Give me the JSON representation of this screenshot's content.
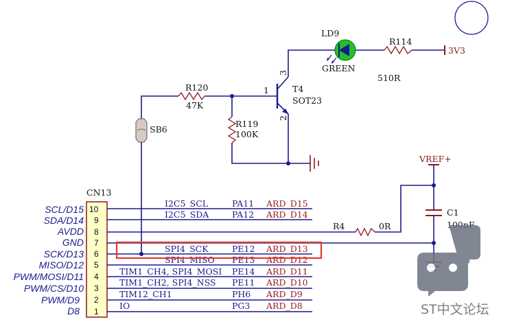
{
  "led": {
    "ref": "LD9",
    "value": "GREEN"
  },
  "r114": {
    "ref": "R114",
    "value": "510R"
  },
  "power_3v3": "3V3",
  "transistor": {
    "ref": "T4",
    "package": "SOT23",
    "pin_base": "1",
    "pin_emitter": "2",
    "pin_collector": "3"
  },
  "r120": {
    "ref": "R120",
    "value": "47K"
  },
  "r119": {
    "ref": "R119",
    "value": "100K"
  },
  "sb6": "SB6",
  "vref": "VREF+",
  "c1": {
    "ref": "C1",
    "value": "100nF"
  },
  "r4": {
    "ref": "R4",
    "value": "0R"
  },
  "connector": {
    "ref": "CN13",
    "pins": [
      {
        "number": "10",
        "label": "SCL/D15",
        "signal": "I2C5_SCL",
        "port": "PA11",
        "arduino": "ARD_D15"
      },
      {
        "number": "9",
        "label": "SDA/D14",
        "signal": "I2C5_SDA",
        "port": "PA12",
        "arduino": "ARD_D14"
      },
      {
        "number": "8",
        "label": "AVDD",
        "signal": "",
        "port": "",
        "arduino": ""
      },
      {
        "number": "7",
        "label": "GND",
        "signal": "",
        "port": "",
        "arduino": ""
      },
      {
        "number": "6",
        "label": "SCK/D13",
        "signal": "SPI4_SCK",
        "port": "PE12",
        "arduino": "ARD_D13"
      },
      {
        "number": "5",
        "label": "MISO/D12",
        "signal": "SPI4_MISO",
        "port": "PE13",
        "arduino": "ARD_D12"
      },
      {
        "number": "4",
        "label": "PWM/MOSI/D11",
        "signal": "TIM1_CH4, SPI4_MOSI",
        "port": "PE14",
        "arduino": "ARD_D11"
      },
      {
        "number": "3",
        "label": "PWM/CS/D10",
        "signal": "TIM1_CH2, SPI4_NSS",
        "port": "PE11",
        "arduino": "ARD_D10"
      },
      {
        "number": "2",
        "label": "PWM/D9",
        "signal": "TIM12_CH1",
        "port": "PH6",
        "arduino": "ARD_D9"
      },
      {
        "number": "1",
        "label": "D8",
        "signal": "IO",
        "port": "PG3",
        "arduino": "ARD_D8"
      }
    ]
  },
  "highlight_color": "#e23b2a",
  "wire_color": "#1a1a8c",
  "label_color": "#9a1a1a",
  "led_color": "#22c02a",
  "watermark": {
    "text": "ST中文论坛",
    "icon": "chat-bubble-logo"
  }
}
